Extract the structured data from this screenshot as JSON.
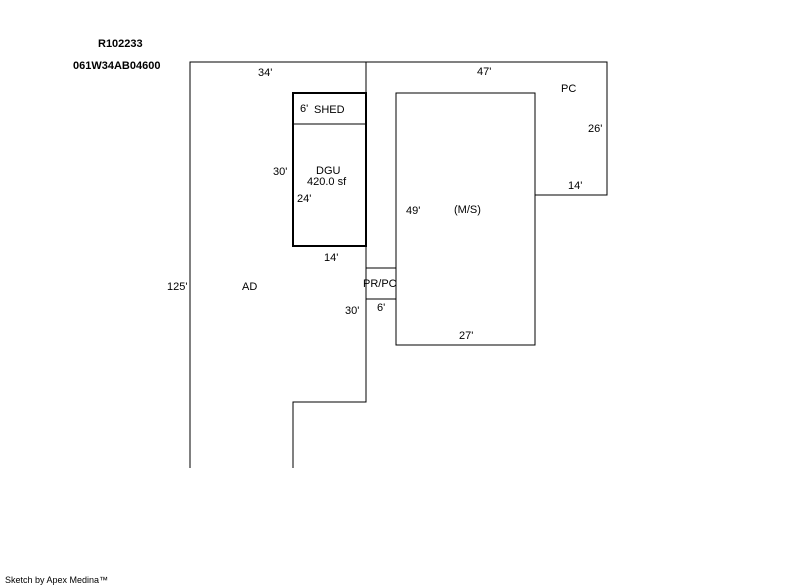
{
  "header": {
    "parcel_id": "R102233",
    "map_number": "061W34AB04600"
  },
  "areas": {
    "shed": "SHED",
    "dgu": "DGU",
    "dgu_area": "420.0 sf",
    "main_structure": "(M/S)",
    "porch_pc": "PC",
    "porch_prpc": "PR/PC",
    "addition": "AD"
  },
  "dimensions": {
    "top_left": "34'",
    "top_right": "47'",
    "shed_depth": "6'",
    "dgu_outer": "30'",
    "dgu_inner": "24'",
    "dgu_width": "14'",
    "pc_height": "26'",
    "pc_width": "14'",
    "ms_height": "49'",
    "ms_width": "27'",
    "ad_height": "125'",
    "prpc_length": "30'",
    "prpc_width": "6'"
  },
  "footer": {
    "credit": "Sketch by Apex Medina™"
  }
}
